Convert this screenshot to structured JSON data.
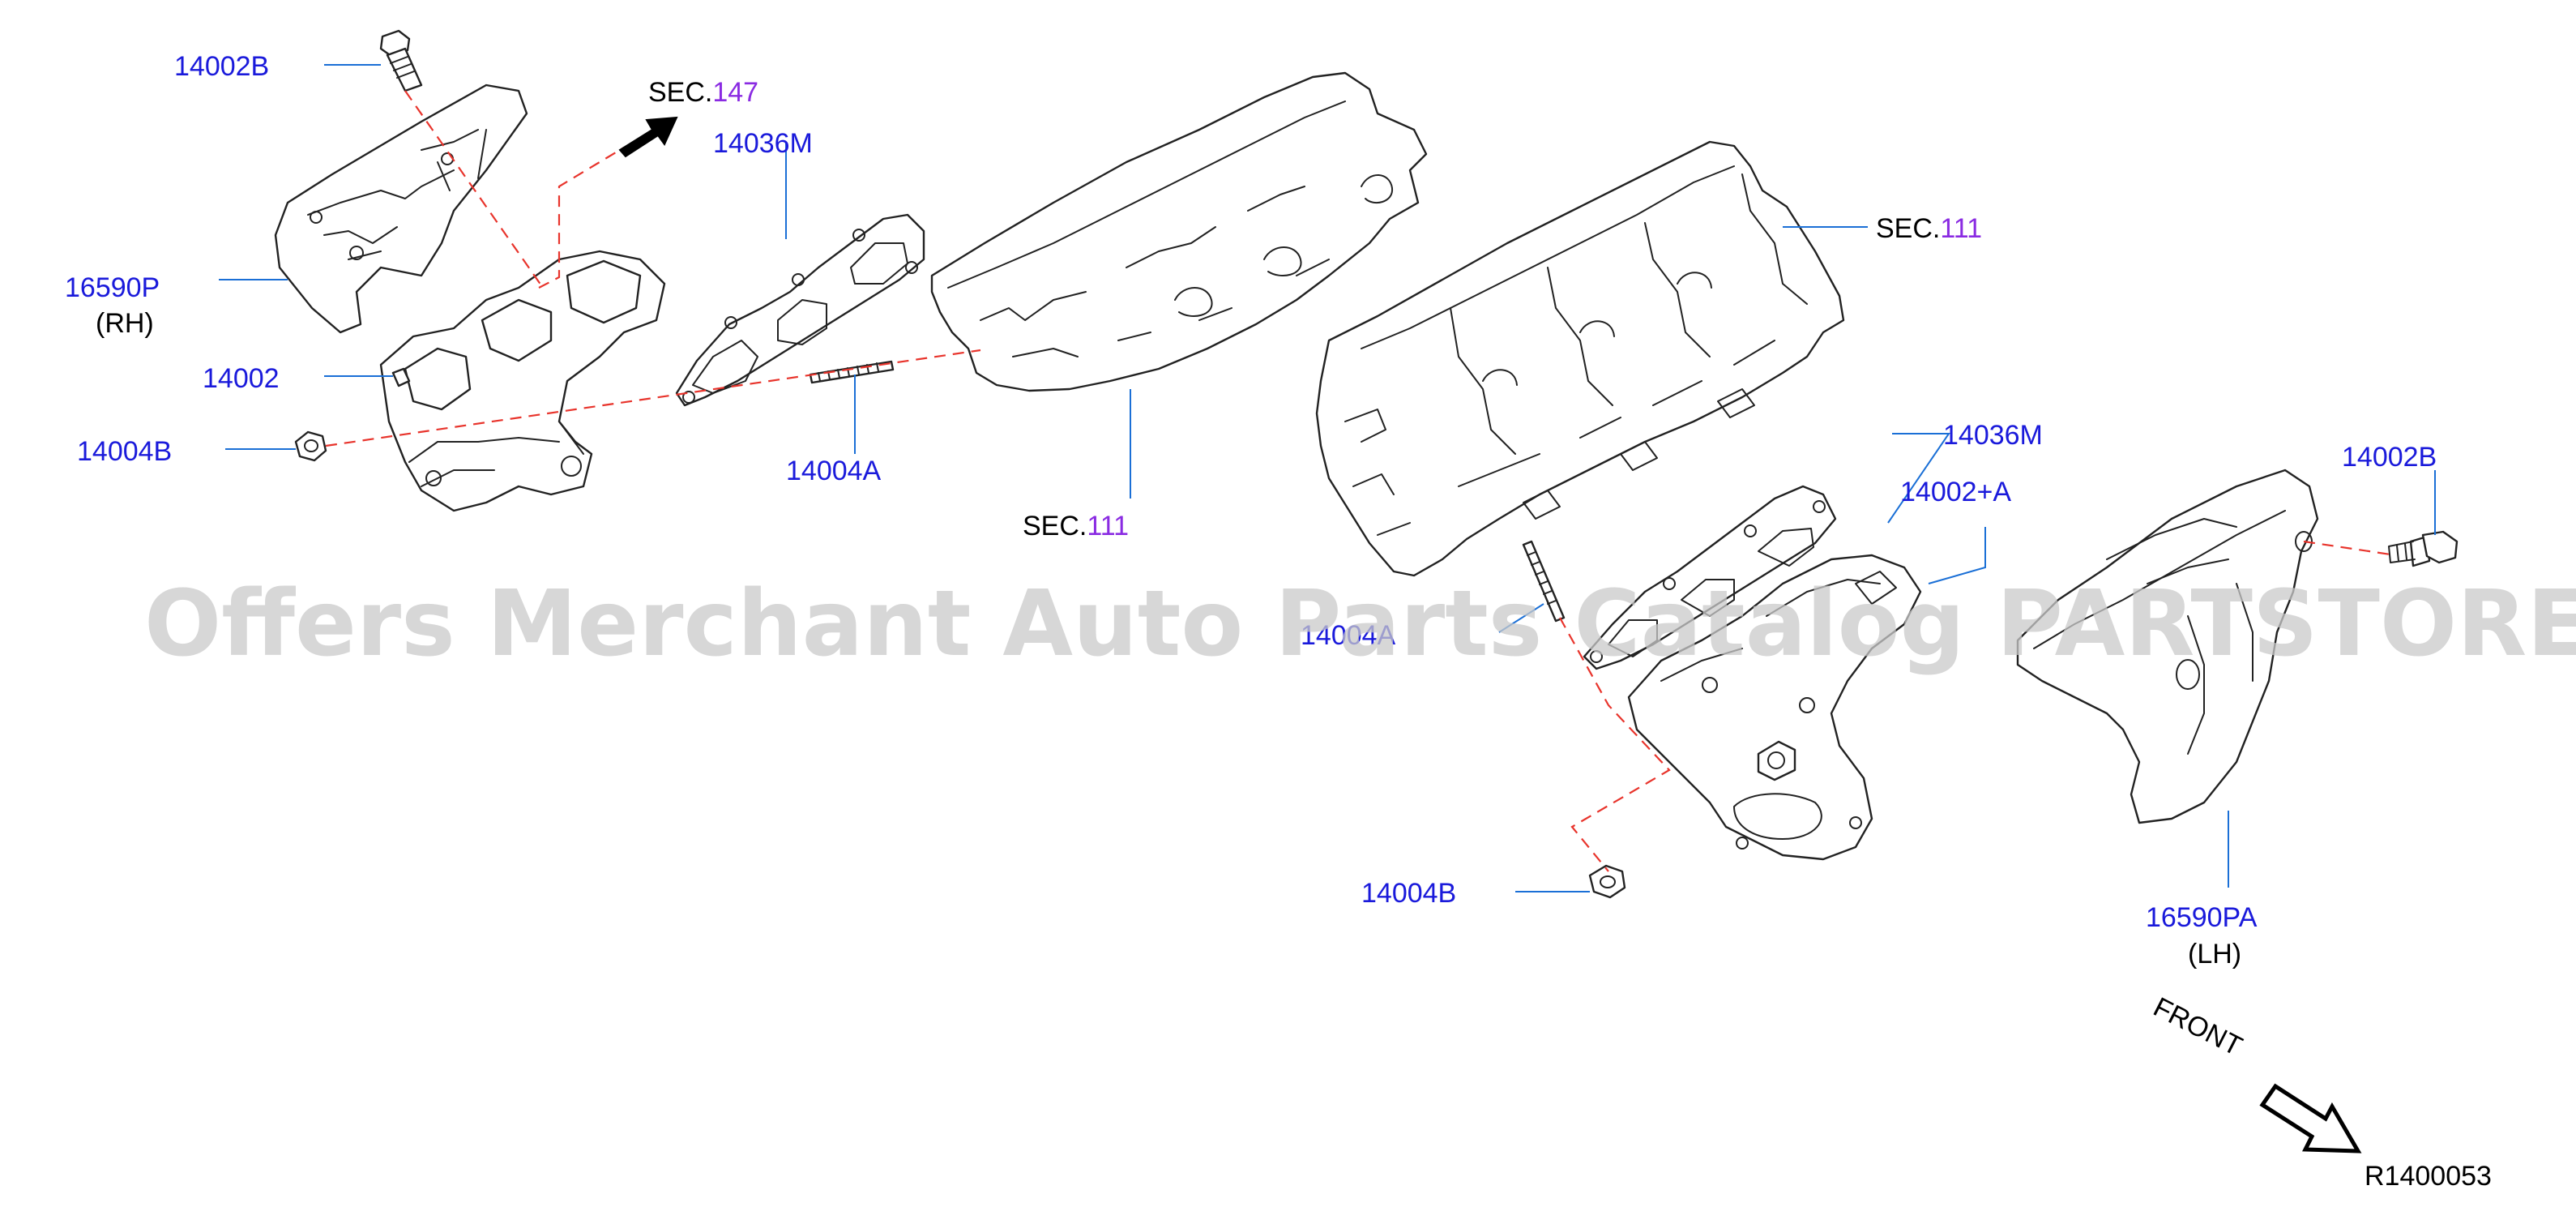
{
  "watermark": "Offers Merchant Auto Parts Catalog PARTSTORE.SA",
  "diagram_code": "R1400053",
  "front_label": "FRONT",
  "labels": {
    "p14002b_rh": "14002B",
    "sec147_prefix": "SEC.",
    "sec147_num": "147",
    "p14036m_rh": "14036M",
    "p16590p": "16590P",
    "rh": "(RH)",
    "p14002": "14002",
    "p14004b_rh": "14004B",
    "p14004a_rh": "14004A",
    "sec111_a_prefix": "SEC.",
    "sec111_a_num": "111",
    "sec111_b_prefix": "SEC.",
    "sec111_b_num": "111",
    "p14036m_lh": "14036M",
    "p14002a": "14002+A",
    "p14002b_lh": "14002B",
    "p14004a_lh": "14004A",
    "p14004b_lh": "14004B",
    "p16590pa": "16590PA",
    "lh": "(LH)"
  },
  "colors": {
    "label": "#1a1adb",
    "section_number": "#8a2be2",
    "leader": "#1a6fd6",
    "dashed_guide": "#e8342c",
    "outline": "#222222"
  },
  "icons": [
    "front-arrow-icon",
    "section-arrow-icon"
  ]
}
